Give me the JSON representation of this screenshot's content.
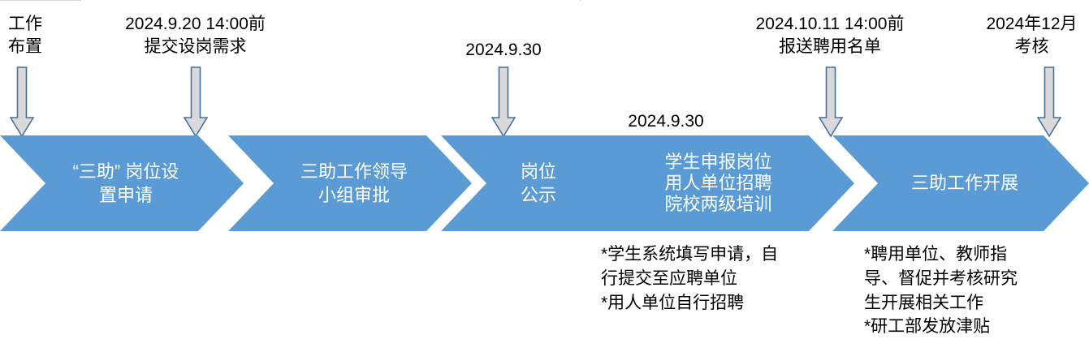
{
  "colors": {
    "chevron_fill": "#5B9BD5",
    "chevron_text": "#FFFFFF",
    "arrow_fill": "#D9D9D9",
    "arrow_stroke": "#41719C",
    "background": "#FFFFFF",
    "body_text": "#000000"
  },
  "top_labels": [
    {
      "id": "work-assignment",
      "text": "工作\n布置"
    },
    {
      "id": "post-demand-due",
      "text": "2024.9.20 14:00前\n提交设岗需求"
    },
    {
      "id": "publicity-date",
      "text": "2024.9.30"
    },
    {
      "id": "apply-date",
      "text": "2024.9.30"
    },
    {
      "id": "hire-list-due",
      "text": "2024.10.11 14:00前\n报送聘用名单"
    },
    {
      "id": "assessment-date",
      "text": "2024年12月\n考核"
    }
  ],
  "arrows": [
    {
      "id": "arrow-1",
      "points_to": "工作布置"
    },
    {
      "id": "arrow-2",
      "points_to": "提交设岗需求"
    },
    {
      "id": "arrow-3",
      "points_to": "岗位公示"
    },
    {
      "id": "arrow-4",
      "points_to": "报送聘用名单"
    },
    {
      "id": "arrow-5",
      "points_to": "考核"
    }
  ],
  "steps": [
    {
      "id": "step-1",
      "label": "“三助” 岗位设\n置申请"
    },
    {
      "id": "step-2",
      "label": "三助工作领导\n小组审批"
    },
    {
      "id": "step-3",
      "label": "岗位\n公示"
    },
    {
      "id": "step-4",
      "label": "学生申报岗位\n用人单位招聘\n院校两级培训"
    },
    {
      "id": "step-5",
      "label": "三助工作开展"
    }
  ],
  "notes": [
    {
      "id": "note-step-4",
      "text": "*学生系统填写申请，自\n行提交至应聘单位\n*用人单位自行招聘"
    },
    {
      "id": "note-step-5",
      "text": "*聘用单位、教师指\n导、督促并考核研究\n生开展相关工作\n*研工部发放津贴"
    }
  ]
}
